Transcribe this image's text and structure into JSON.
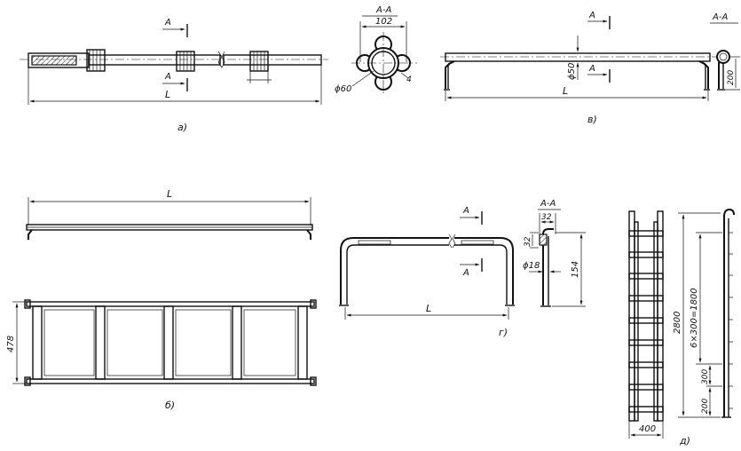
{
  "figures": {
    "a": {
      "caption": "а)",
      "section_marker": "А",
      "length_label": "L",
      "section_title": "А-А",
      "width_dim": "102",
      "diameter": "ϕ60",
      "wall": "4"
    },
    "v": {
      "caption": "в)",
      "section_marker": "А",
      "section_title": "А-А",
      "length_label": "L",
      "diameter": "ϕ50",
      "height_dim": "200"
    },
    "b": {
      "caption": "б)",
      "length_label": "L",
      "width_dim": "478"
    },
    "g": {
      "caption": "г)",
      "section_marker": "А",
      "section_title": "А-А",
      "length_label": "L",
      "width_dim": "32",
      "height_small": "32",
      "diameter": "ϕ18",
      "height_dim": "154"
    },
    "d": {
      "caption": "д)",
      "height_total": "2800",
      "steps_dim": "6×300=1800",
      "step_dim": "300",
      "bottom_dim": "200",
      "width_dim": "400"
    }
  }
}
